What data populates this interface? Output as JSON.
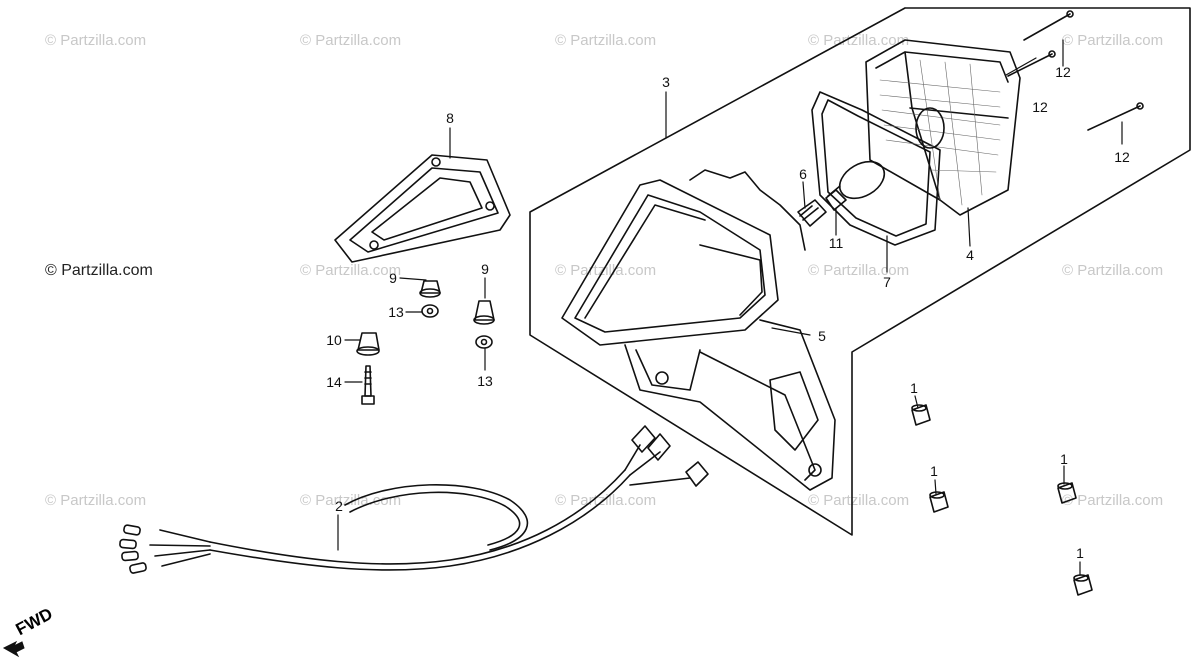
{
  "watermark": "© Partzilla.com",
  "direction_label": "FWD",
  "callouts": {
    "c1a": "1",
    "c1b": "1",
    "c1c": "1",
    "c1d": "1",
    "c2": "2",
    "c3": "3",
    "c4": "4",
    "c5": "5",
    "c6": "6",
    "c7": "7",
    "c8": "8",
    "c9a": "9",
    "c9b": "9",
    "c10": "10",
    "c11": "11",
    "c12a": "12",
    "c12b": "12",
    "c12c": "12",
    "c13a": "13",
    "c13b": "13",
    "c14": "14"
  }
}
